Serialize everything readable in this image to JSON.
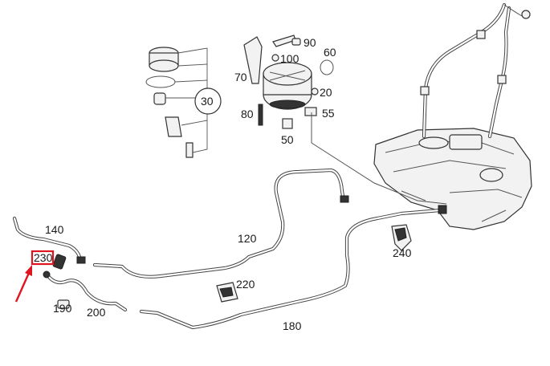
{
  "labels": {
    "p90": "90",
    "p100": "100",
    "p60": "60",
    "p70": "70",
    "p30": "30",
    "p20": "20",
    "p80": "80",
    "p55": "55",
    "p50": "50",
    "p140": "140",
    "p120": "120",
    "p230": "230",
    "p240": "240",
    "p220": "220",
    "p190": "190",
    "p200": "200",
    "p180": "180"
  },
  "highlight": {
    "label_key": "p230",
    "box_color": "#e0141e",
    "arrow_color": "#e0141e"
  }
}
